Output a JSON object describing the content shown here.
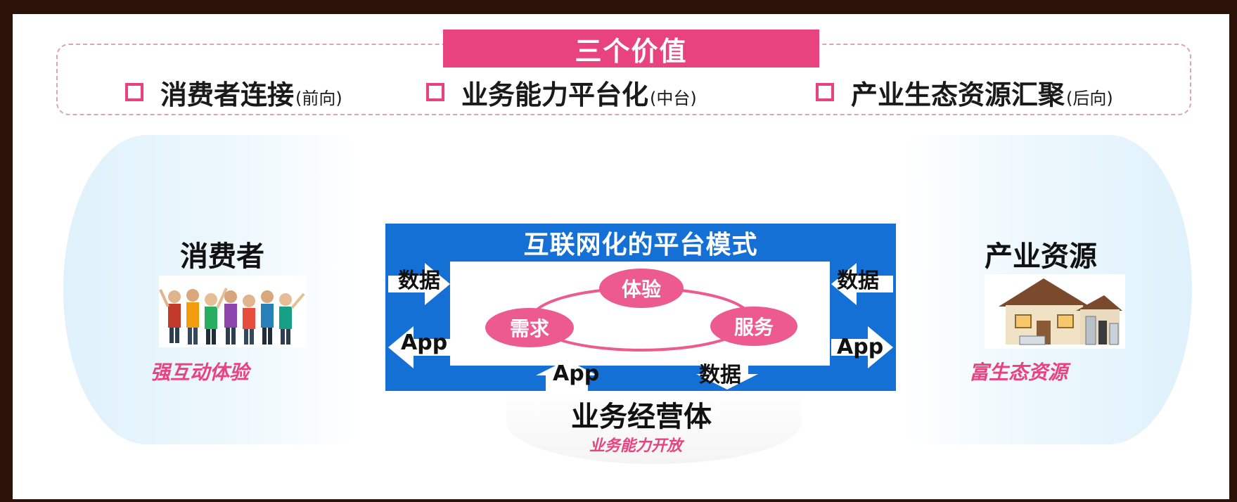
{
  "values_section": {
    "title": "三个价值",
    "items": [
      {
        "label": "消费者连接",
        "sub": "(前向)"
      },
      {
        "label": "业务能力平台化",
        "sub": "(中台)"
      },
      {
        "label": "产业生态资源汇聚",
        "sub": "(后向)"
      }
    ]
  },
  "consumer": {
    "title": "消费者",
    "caption": "强互动体验",
    "image": "people-group-photo"
  },
  "industry": {
    "title": "产业资源",
    "caption": "富生态资源",
    "image": "house-appliances-illustration"
  },
  "platform": {
    "title": "互联网化的平台模式",
    "nodes": [
      "体验",
      "需求",
      "服务"
    ],
    "left_arrows": {
      "data": "数据",
      "app": "App"
    },
    "right_arrows": {
      "data": "数据",
      "app": "App"
    },
    "bottom_arrows": {
      "app": "App",
      "data": "数据"
    }
  },
  "operations": {
    "title": "业务经营体",
    "caption": "业务能力开放"
  },
  "colors": {
    "accent_pink": "#e8437f",
    "platform_blue": "#1570d6",
    "panel_blue": "#dff1fb"
  }
}
